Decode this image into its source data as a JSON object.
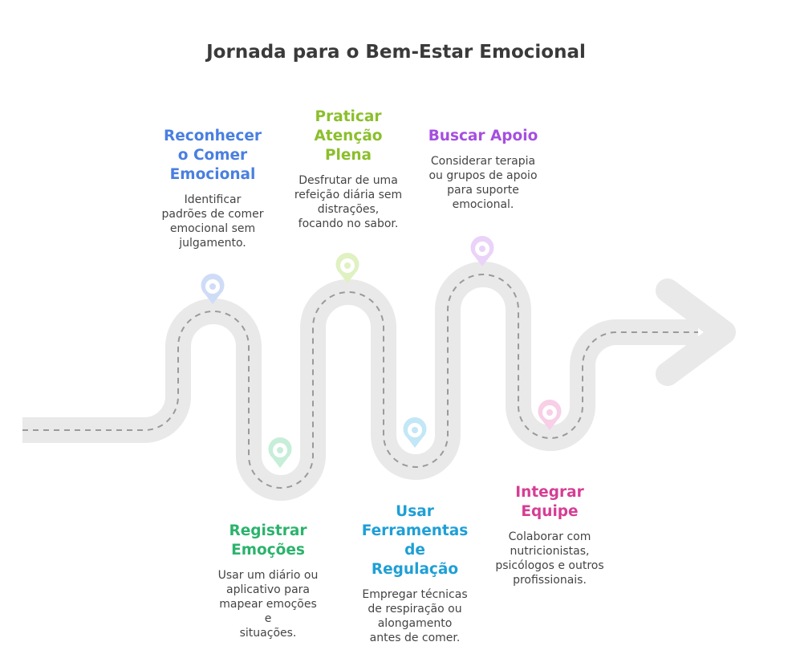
{
  "title": "Jornada para o Bem-Estar Emocional",
  "colors": {
    "road": "#e9e9e9",
    "dash": "#9a9a9a"
  },
  "steps": [
    {
      "title": "Reconhecer\no Comer\nEmocional",
      "description": "Identificar\npadrões de comer\nemocional sem\njulgamento.",
      "color": "#4a7fe0",
      "pin_color": "#cfdcf7",
      "pin_icon": "location-pin-icon"
    },
    {
      "title": "Registrar\nEmoções",
      "description": "Usar um diário ou\naplicativo para\nmapear emoções e\nsituações.",
      "color": "#2bb36c",
      "pin_color": "#c6eed8",
      "pin_icon": "location-pin-icon"
    },
    {
      "title": "Praticar\nAtenção\nPlena",
      "description": "Desfrutar de uma\nrefeição diária sem\ndistrações,\nfocando no sabor.",
      "color": "#8bbf2c",
      "pin_color": "#e0f1c2",
      "pin_icon": "location-pin-icon"
    },
    {
      "title": "Usar\nFerramentas\nde\nRegulação",
      "description": "Empregar técnicas\nde respiração ou\nalongamento\nantes de comer.",
      "color": "#1e9fd6",
      "pin_color": "#c3e7f6",
      "pin_icon": "location-pin-icon"
    },
    {
      "title": "Buscar Apoio",
      "description": "Considerar terapia\nou grupos de apoio\npara suporte\nemocional.",
      "color": "#a54fe0",
      "pin_color": "#ead3f8",
      "pin_icon": "location-pin-icon"
    },
    {
      "title": "Integrar\nEquipe",
      "description": "Colaborar com\nnutricionistas,\npsicólogos e outros\nprofissionais.",
      "color": "#d63d94",
      "pin_color": "#f7cfe6",
      "pin_icon": "location-pin-icon"
    }
  ]
}
